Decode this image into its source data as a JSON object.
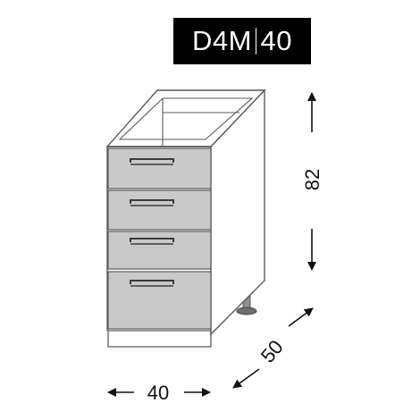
{
  "model": {
    "code": "D4M",
    "width_code": "40"
  },
  "dimensions": {
    "height": "82",
    "width": "40",
    "depth": "50"
  },
  "drawers": [
    {
      "name": "drawer-1"
    },
    {
      "name": "drawer-2"
    },
    {
      "name": "drawer-3"
    },
    {
      "name": "drawer-4"
    }
  ],
  "colors": {
    "front": "#c9c9c9",
    "outline": "#5a5a5a",
    "body": "#ffffff",
    "label_bg": "#000000",
    "label_text": "#ffffff"
  }
}
